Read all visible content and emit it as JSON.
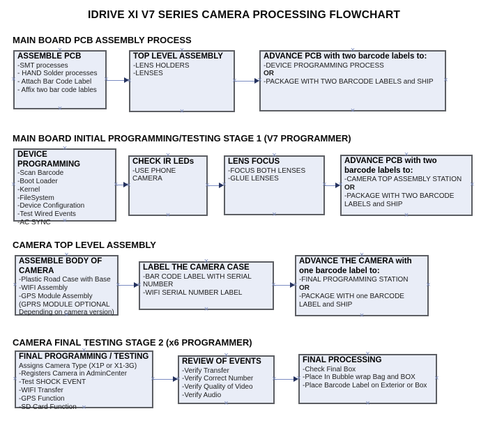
{
  "title": "IDRIVE XI V7 SERIES CAMERA PROCESSING FLOWCHART",
  "colors": {
    "box_fill": "#e9edf7",
    "box_border": "#5c5e63",
    "connector_line": "#7b8cc2",
    "arrowhead": "#26335f",
    "connection_point": "#7f8fbf",
    "text": "#000000"
  },
  "sections": [
    {
      "heading": "MAIN BOARD PCB ASSEMBLY PROCESS",
      "boxes": [
        {
          "title": "ASSEMBLE PCB",
          "lines": [
            "-SMT processes",
            "- HAND Solder processes",
            "- Attach Bar Code Label",
            "- Affix two bar code lables"
          ]
        },
        {
          "title": "TOP LEVEL ASSEMBLY",
          "lines": [
            "-LENS HOLDERS",
            "-LENSES"
          ]
        },
        {
          "title": "ADVANCE PCB with two barcode labels to:",
          "lines": [
            "-DEVICE PROGRAMMING PROCESS",
            "OR",
            "-PACKAGE WITH TWO BARCODE LABELS and SHIP"
          ]
        }
      ]
    },
    {
      "heading": "MAIN BOARD INITIAL PROGRAMMING/TESTING STAGE 1 (V7 PROGRAMMER)",
      "boxes": [
        {
          "title": "DEVICE PROGRAMMING",
          "lines": [
            "-Scan Barcode",
            "-Boot Loader",
            "-Kernel",
            "-FileSystem",
            "-Device Configuration",
            "-Test Wired Events",
            "-AC SYNC"
          ]
        },
        {
          "title": "CHECK IR LEDs",
          "lines": [
            "-USE PHONE CAMERA"
          ]
        },
        {
          "title": "LENS FOCUS",
          "lines": [
            "-FOCUS BOTH LENSES",
            "-GLUE LENSES"
          ]
        },
        {
          "title": "ADVANCE PCB with two barcode labels to:",
          "lines": [
            "-CAMERA TOP ASSEMBLY STATION",
            "OR",
            "-PACKAGE WITH TWO BARCODE LABELS and SHIP"
          ]
        }
      ]
    },
    {
      "heading": "CAMERA TOP LEVEL ASSEMBLY",
      "boxes": [
        {
          "title": "ASSEMBLE BODY OF CAMERA",
          "lines": [
            "-Plastic Road Case with Base",
            "-WIFI Assembly",
            "-GPS Module Assembly",
            "(GPRS MODULE OPTIONAL",
            "Depending on camera version)"
          ]
        },
        {
          "title": "LABEL THE CAMERA CASE",
          "lines": [
            "-BAR CODE LABEL WITH SERIAL NUMBER",
            "-WIFI SERIAL NUMBER LABEL"
          ]
        },
        {
          "title": "ADVANCE THE CAMERA with one barcode label to:",
          "lines": [
            "-FINAL PROGRAMMING STATION",
            "OR",
            "-PACKAGE WITH one BARCODE LABEL and SHIP"
          ]
        }
      ]
    },
    {
      "heading": "CAMERA FINAL TESTING STAGE 2 (x6 PROGRAMMER)",
      "boxes": [
        {
          "title": "FINAL PROGRAMMING / TESTING",
          "lines": [
            "Assigns Camera Type (X1P or X1-3G)",
            "-Registers Camera in AdminCenter",
            "-Test SHOCK EVENT",
            "-WIFI Transfer",
            "-GPS Function",
            "-SD Card Function"
          ]
        },
        {
          "title": "REVIEW OF EVENTS",
          "lines": [
            "-Verify Transfer",
            "-Verify Correct Number",
            "-Verify Quality of Video",
            "-Verify Audio"
          ]
        },
        {
          "title": "FINAL PROCESSING",
          "lines": [
            " -Check Final Box",
            "-Place In Bubble wrap Bag and BOX",
            "-Place Barcode Label on Exterior or Box"
          ]
        }
      ]
    }
  ]
}
